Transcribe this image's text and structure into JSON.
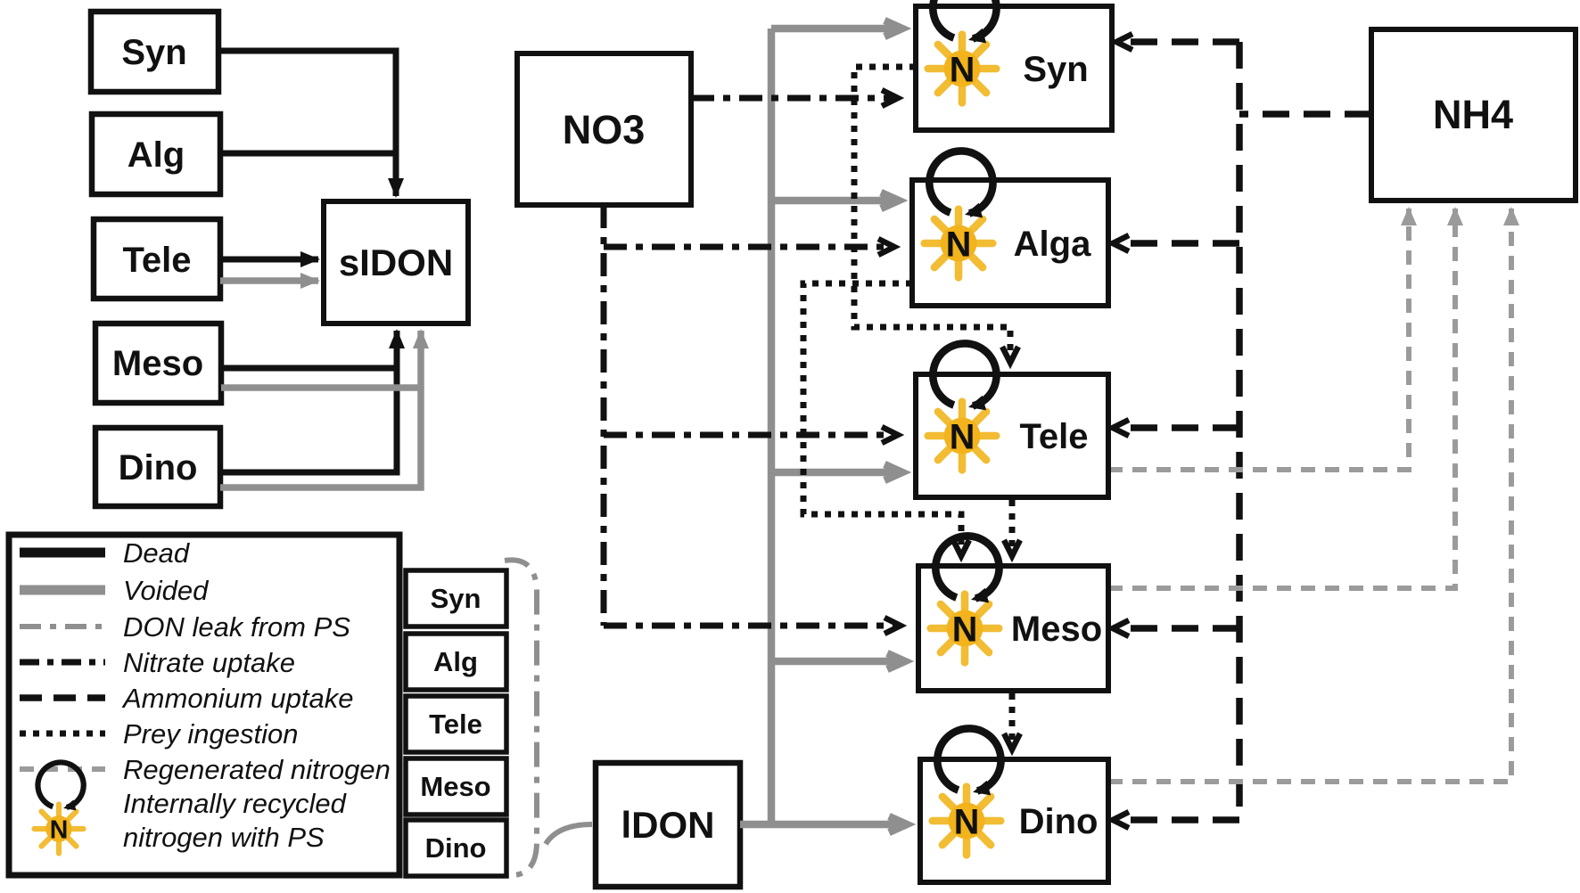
{
  "colors": {
    "black": "#111111",
    "gray": "#8f8f8f",
    "gray_light": "#9b9b9b",
    "sun": "#f2bc33",
    "disc": "#f2b31c",
    "box_fill": "#ffffff",
    "text": "#111111",
    "bg": "#ffffff"
  },
  "boxes": {
    "sources": [
      {
        "label": "Syn"
      },
      {
        "label": "Alg"
      },
      {
        "label": "Tele"
      },
      {
        "label": "Meso"
      },
      {
        "label": "Dino"
      }
    ],
    "sidon": {
      "label": "sIDON"
    },
    "no3": {
      "label": "NO3"
    },
    "nh4": {
      "label": "NH4"
    },
    "ldon": {
      "label": "lDON"
    },
    "organisms": [
      {
        "label": "Syn"
      },
      {
        "label": "Alga"
      },
      {
        "label": "Tele"
      },
      {
        "label": "Meso"
      },
      {
        "label": "Dino"
      }
    ],
    "ps_group": [
      {
        "label": "Syn"
      },
      {
        "label": "Alg"
      },
      {
        "label": "Tele"
      },
      {
        "label": "Meso"
      },
      {
        "label": "Dino"
      }
    ]
  },
  "legend": {
    "entries": [
      {
        "label": "Dead",
        "style": "black-solid"
      },
      {
        "label": "Voided",
        "style": "gray-solid"
      },
      {
        "label": "DON leak from PS",
        "style": "gray-dashdot"
      },
      {
        "label": "Nitrate uptake",
        "style": "black-dashdot"
      },
      {
        "label": "Ammonium uptake",
        "style": "black-dashed"
      },
      {
        "label": "Prey ingestion",
        "style": "black-dotted"
      },
      {
        "label": "Regenerated nitrogen",
        "style": "gray-dashed"
      },
      {
        "label": "Internally recycled nitrogen with PS",
        "style": "n-icon",
        "label_line1": "Internally recycled",
        "label_line2": "nitrogen with PS"
      }
    ]
  },
  "icons": {
    "n_recycle": {
      "letter": "N",
      "name": "internally-recycled-nitrogen-icon"
    }
  }
}
